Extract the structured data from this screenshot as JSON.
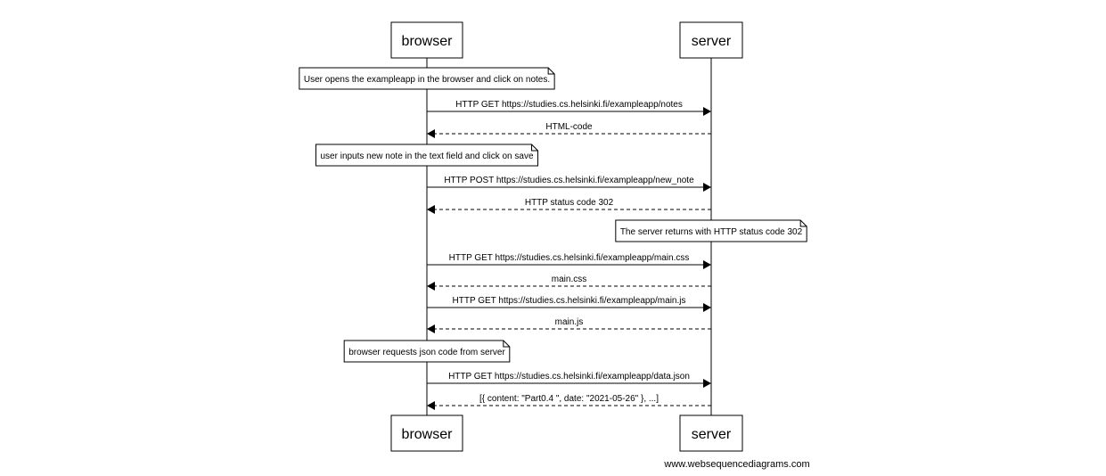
{
  "participants": [
    {
      "id": "browser",
      "label": "browser"
    },
    {
      "id": "server",
      "label": "server"
    }
  ],
  "events": [
    {
      "kind": "note",
      "over": "browser",
      "text": "User opens the exampleapp in the browser and click on notes."
    },
    {
      "kind": "message",
      "from": "browser",
      "to": "server",
      "style": "solid",
      "text": "HTTP GET https://studies.cs.helsinki.fi/exampleapp/notes"
    },
    {
      "kind": "message",
      "from": "server",
      "to": "browser",
      "style": "dashed",
      "text": "HTML-code"
    },
    {
      "kind": "note",
      "over": "browser",
      "text": "user inputs new note in the text field and click on save"
    },
    {
      "kind": "message",
      "from": "browser",
      "to": "server",
      "style": "solid",
      "text": "HTTP POST https://studies.cs.helsinki.fi/exampleapp/new_note"
    },
    {
      "kind": "message",
      "from": "server",
      "to": "browser",
      "style": "dashed",
      "text": "HTTP status code 302"
    },
    {
      "kind": "note",
      "over": "server",
      "text": "The server returns with HTTP status code 302"
    },
    {
      "kind": "message",
      "from": "browser",
      "to": "server",
      "style": "solid",
      "text": "HTTP GET https://studies.cs.helsinki.fi/exampleapp/main.css"
    },
    {
      "kind": "message",
      "from": "server",
      "to": "browser",
      "style": "dashed",
      "text": "main.css"
    },
    {
      "kind": "message",
      "from": "browser",
      "to": "server",
      "style": "solid",
      "text": "HTTP GET https://studies.cs.helsinki.fi/exampleapp/main.js"
    },
    {
      "kind": "message",
      "from": "server",
      "to": "browser",
      "style": "dashed",
      "text": "main.js"
    },
    {
      "kind": "note",
      "over": "browser",
      "text": "browser requests json code from server"
    },
    {
      "kind": "message",
      "from": "browser",
      "to": "server",
      "style": "solid",
      "text": "HTTP GET https://studies.cs.helsinki.fi/exampleapp/data.json"
    },
    {
      "kind": "message",
      "from": "server",
      "to": "browser",
      "style": "dashed",
      "text": "[{ content: \"Part0.4 \", date: \"2021-05-26\" }, ...]"
    }
  ],
  "watermark": "www.websequencediagrams.com",
  "colors": {
    "line": "#000000",
    "background": "#ffffff"
  }
}
